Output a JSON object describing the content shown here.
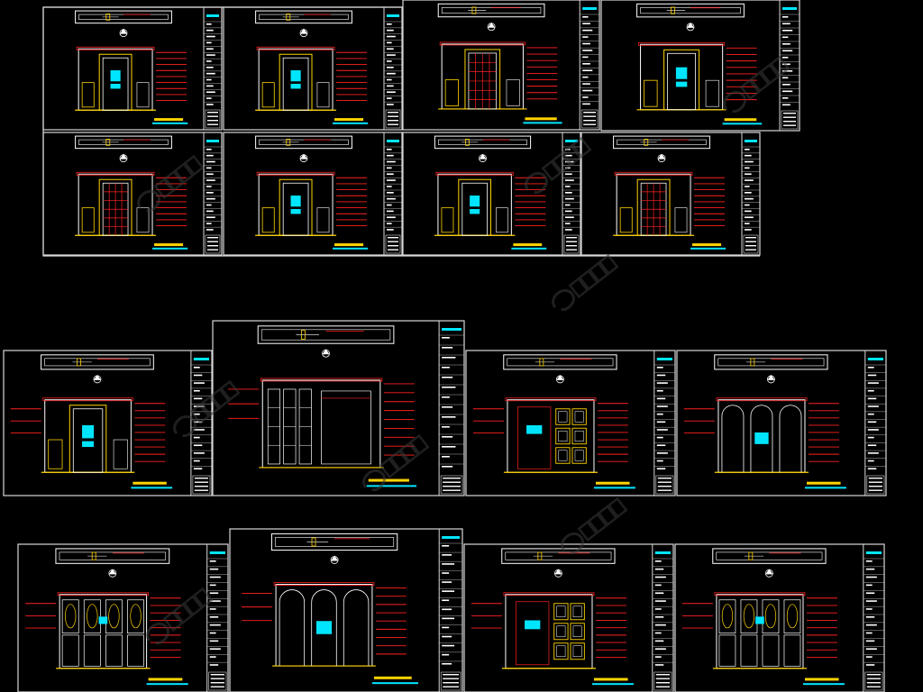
{
  "colors": {
    "background": "#000000",
    "frame": "#d8d8d8",
    "line": "#ffffff",
    "leader": "#ff2020",
    "accent": "#00e5ff",
    "fixture": "#ffd400",
    "watermark": "#3a3a3a"
  },
  "sheets": [
    {
      "group": "row-1",
      "elevation": "door"
    },
    {
      "group": "row-1",
      "elevation": "door"
    },
    {
      "group": "row-1",
      "elevation": "lattice"
    },
    {
      "group": "row-1",
      "elevation": "door"
    },
    {
      "group": "row-2",
      "elevation": "lattice"
    },
    {
      "group": "row-2",
      "elevation": "door"
    },
    {
      "group": "row-2",
      "elevation": "door"
    },
    {
      "group": "row-2",
      "elevation": "lattice"
    },
    {
      "group": "row-3",
      "elevation": "door"
    },
    {
      "group": "row-3",
      "elevation": "wide"
    },
    {
      "group": "row-3",
      "elevation": "cabinet"
    },
    {
      "group": "row-3",
      "elevation": "arches"
    },
    {
      "group": "row-4",
      "elevation": "panels"
    },
    {
      "group": "row-4",
      "elevation": "arches"
    },
    {
      "group": "row-4",
      "elevation": "cabinet"
    },
    {
      "group": "row-4",
      "elevation": "panels"
    }
  ],
  "watermark": {
    "count": 8
  }
}
